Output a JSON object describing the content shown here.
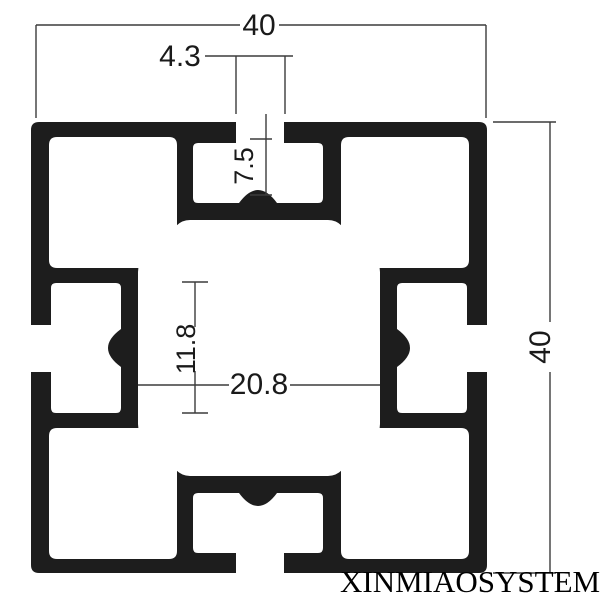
{
  "drawing": {
    "subject": "t-slot-aluminum-extrusion-profile-cross-section",
    "dimensions": {
      "overall_width": "40",
      "overall_height": "40",
      "slot_opening": "4.3",
      "slot_depth": "7.5",
      "side_cavity_height": "11.8",
      "center_cavity_width": "20.8"
    },
    "watermark": "XINMIAOSYSTEM",
    "colors": {
      "profile": "#1d1d1d",
      "dimension_lines": "#3c3c3c",
      "background": "#ffffff"
    }
  }
}
